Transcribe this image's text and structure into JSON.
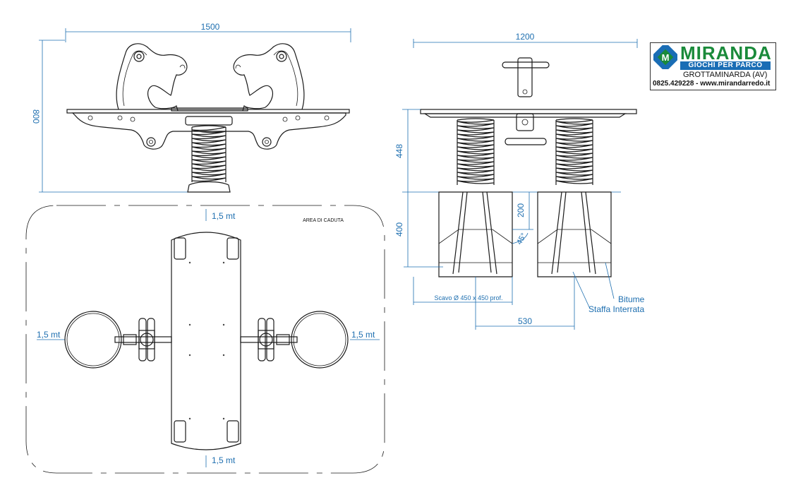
{
  "side_view": {
    "width_dim": "1500",
    "height_dim": "800"
  },
  "front_view": {
    "width_dim": "1200",
    "spring_height_dim": "448",
    "foundation_depth_dim": "400",
    "bracket_depth_dim": "200",
    "angle_dim": "45°",
    "excavation_note": "Scavo Ø 450 x 450 prof.",
    "spacing_dim": "530",
    "label_bitumen": "Bitume",
    "label_bracket": "Staffa Interrata"
  },
  "plan_view": {
    "fall_area_label": "AREA DI CADUTA",
    "clearance_top": "1,5 mt",
    "clearance_bottom": "1,5 mt",
    "clearance_left": "1,5 mt",
    "clearance_right": "1,5 mt"
  },
  "logo": {
    "brand": "MIRANDA",
    "tagline": "GIOCHI PER PARCO",
    "city": "GROTTAMINARDA (AV)",
    "contact": "0825.429228 - www.mirandarredo.it",
    "brand_color": "#1a8a3a",
    "accent_color": "#1a6db5"
  },
  "colors": {
    "dimension": "#1e6fb0",
    "line": "#1a1a1a"
  }
}
